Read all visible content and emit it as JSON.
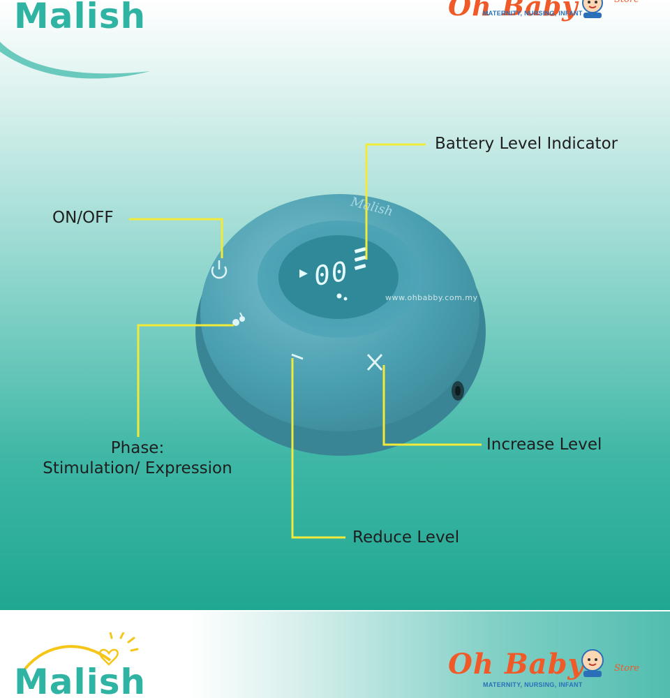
{
  "brands": {
    "malish": {
      "name": "Malish",
      "color": "#2fb3a3"
    },
    "ohbaby": {
      "name": "Oh Baby",
      "store": "Store",
      "tagline": "MATERNITY, NURSING, INFANT",
      "color": "#f05a28",
      "tagline_color": "#2a6fb8"
    }
  },
  "device": {
    "brand_script": "Malish",
    "display_glyphs": "00",
    "watermark": "www.ohbabby.com.my",
    "body_color": "#4a9fb0"
  },
  "labels": {
    "battery": "Battery Level Indicator",
    "power": "ON/OFF",
    "phase_title": "Phase:",
    "phase_modes": "Stimulation/ Expression",
    "increase": "Increase Level",
    "reduce": "Reduce Level"
  },
  "colors": {
    "leader_line": "#f2ea3a",
    "label_text": "#1e1e1e"
  }
}
